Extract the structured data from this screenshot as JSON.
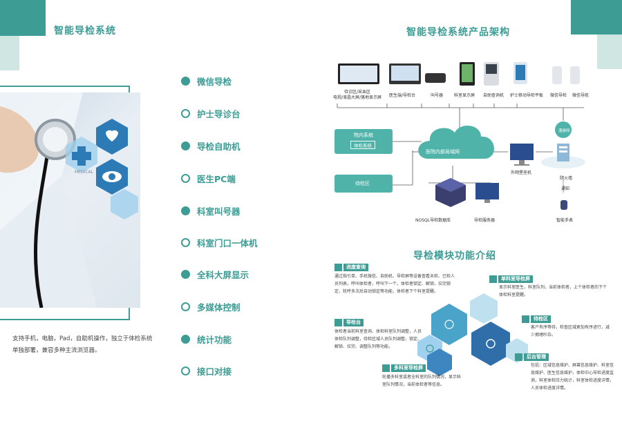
{
  "left": {
    "title": "智能导检系统",
    "features": [
      {
        "label": "微信导检",
        "style": "filled"
      },
      {
        "label": "护士导诊台",
        "style": "ring"
      },
      {
        "label": "导检自助机",
        "style": "filled"
      },
      {
        "label": "医生PC端",
        "style": "ring"
      },
      {
        "label": "科室叫号器",
        "style": "filled"
      },
      {
        "label": "科室门口一体机",
        "style": "ring"
      },
      {
        "label": "全科大屏显示",
        "style": "filled"
      },
      {
        "label": "多媒体控制",
        "style": "ring"
      },
      {
        "label": "统计功能",
        "style": "filled"
      },
      {
        "label": "接口对接",
        "style": "ring"
      }
    ],
    "description": "支持手机，电脑，Pad，自助机操作，独立于体检系统单独部署，兼容多种主流浏览器。",
    "photo_text": "MEDICAL"
  },
  "right": {
    "arch_title": "智能导检系统产品架构",
    "devices": [
      {
        "label": "待诊区/采血区\n电视/液晶大屏/落地显示屏"
      },
      {
        "label": "医生端/导检台"
      },
      {
        "label": "叫号器"
      },
      {
        "label": "科室显示屏"
      },
      {
        "label": "自助查询机"
      },
      {
        "label": "护士移动导检平板"
      },
      {
        "label": "微信导检"
      },
      {
        "label": "微信导航"
      }
    ],
    "internal_system": "院内系统",
    "checkup_system": "体检系统",
    "waiting_area": "待检区",
    "cloud": "医院内部局域网",
    "nosql": "NOSQL导检数据库",
    "server": "导检服务器",
    "external_server": "外网堡垒机",
    "firewall": "防火墙",
    "notify": "通知",
    "roaming_network": "漫游网",
    "smart_watch": "智能手表",
    "module_title": "导检模块功能介绍",
    "modules": [
      {
        "name": "进度查询",
        "text": "通过指引单、手机微信、自助机、导检屏等设备查看未检、已检人员列表，呼叫体检者，呼叫下一个，体检者锁定、解锁，拉完锁定，轮呼多次后自动锁定等功能，体检者下个科室提醒。"
      },
      {
        "name": "单科室导检屏",
        "text": "显示科室医生，科室队列，当前体检者，上个体检者的下个体检科室提醒。"
      },
      {
        "name": "导检台",
        "text": "体检者当前科室查询、体检科室队列调整，人员体检队列调整，待检区域人员队列调整，锁定、解锁、拉完、调整队列等功能。"
      },
      {
        "name": "待检区",
        "text": "客户有序等待，检查区域更加有序进行，减少拥堵吵杂。"
      },
      {
        "name": "多科室导检屏",
        "text": "轮播多科室或者全科室的队列情况，显示科室队列情况，当前体检者等信息。"
      },
      {
        "name": "后台管理",
        "text": "包括：区域信息维护、屏幕信息维护、科室信息维护、医生信息维护，体检中心导检进度监测，科室体检压力统计，科室体检进度详情，人员体检进度详情。"
      }
    ]
  },
  "colors": {
    "accent": "#3d9c94",
    "light": "#cfe6e3",
    "hex_dark": "#2c7bb6",
    "hex_light": "#9fd0ee"
  }
}
